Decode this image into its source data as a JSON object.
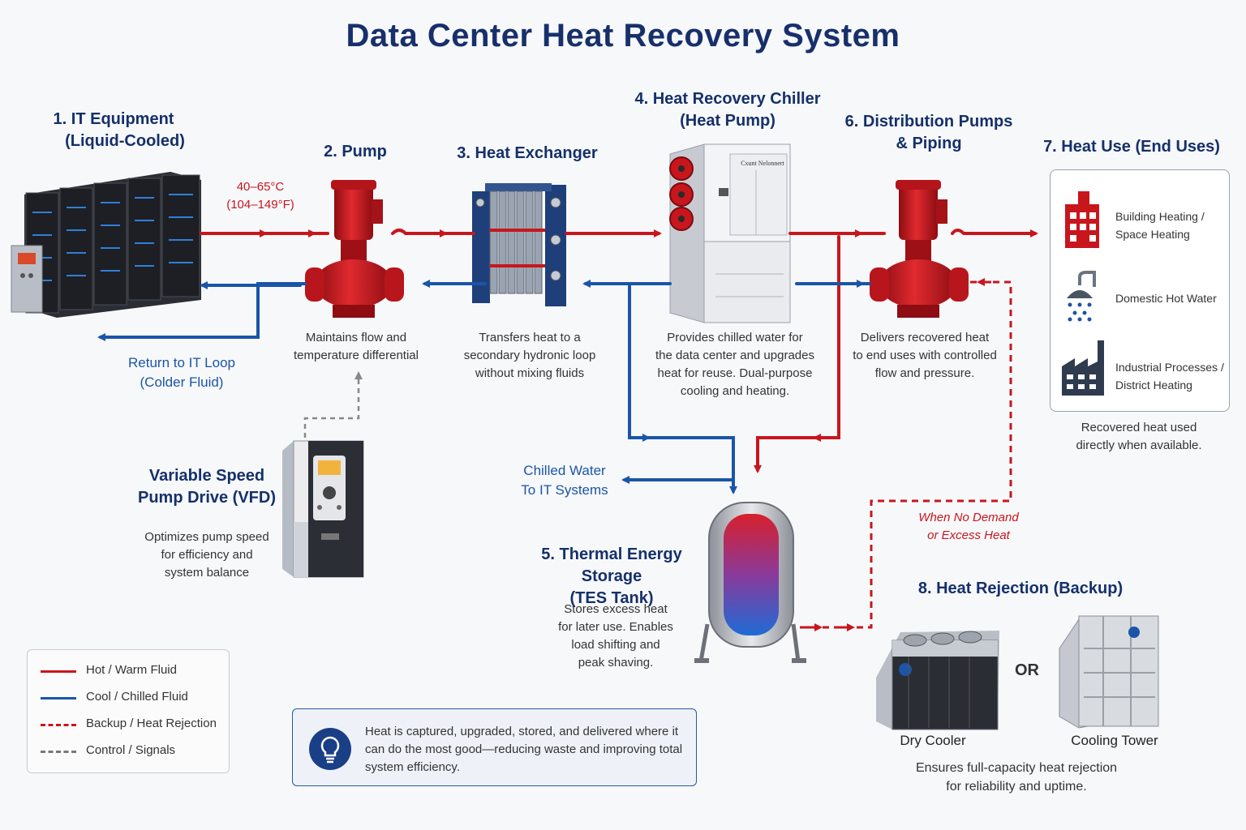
{
  "title": "Data Center Heat Recovery System",
  "it_equipment": {
    "title_line1": "1. IT Equipment",
    "title_line2": "(Liquid-Cooled)"
  },
  "hot_temp": {
    "line1": "40–65°C",
    "line2": "(104–149°F)"
  },
  "return_loop": {
    "line1": "Return to IT Loop",
    "line2": "(Colder Fluid)"
  },
  "pump": {
    "title": "2. Pump",
    "desc_line1": "Maintains flow and",
    "desc_line2": "temperature differential"
  },
  "heat_exchanger": {
    "title": "3. Heat Exchanger",
    "desc_line1": "Transfers heat to a",
    "desc_line2": "secondary hydronic loop",
    "desc_line3": "without mixing fluids"
  },
  "chiller": {
    "title_line1": "4. Heat Recovery Chiller",
    "title_line2": "(Heat Pump)",
    "brand": "Cxunt Nelonnert",
    "desc_line1": "Provides chilled water for",
    "desc_line2": "the data center and upgrades",
    "desc_line3": "heat for reuse. Dual-purpose",
    "desc_line4": "cooling and heating."
  },
  "distribution": {
    "title_line1": "6. Distribution Pumps",
    "title_line2": "& Piping",
    "desc_line1": "Delivers recovered heat",
    "desc_line2": "to end uses with controlled",
    "desc_line3": "flow and pressure."
  },
  "end_uses": {
    "title": "7. Heat Use (End Uses)",
    "items": [
      {
        "line1": "Building Heating /",
        "line2": "Space Heating",
        "icon": "building-icon"
      },
      {
        "line1": "Domestic Hot Water",
        "line2": "",
        "icon": "shower-icon"
      },
      {
        "line1": "Industrial Processes /",
        "line2": "District Heating",
        "icon": "factory-icon"
      }
    ],
    "note_line1": "Recovered heat used",
    "note_line2": "directly when available."
  },
  "vfd": {
    "title_line1": "Variable Speed",
    "title_line2": "Pump Drive (VFD)",
    "desc_line1": "Optimizes pump speed",
    "desc_line2": "for efficiency and",
    "desc_line3": "system balance"
  },
  "chilled_water": {
    "line1": "Chilled Water",
    "line2": "To IT Systems"
  },
  "tes": {
    "title_line1": "5. Thermal Energy Storage",
    "title_line2": "(TES Tank)",
    "desc_line1": "Stores excess heat",
    "desc_line2": "for later use. Enables",
    "desc_line3": "load shifting and",
    "desc_line4": "peak shaving."
  },
  "no_demand": {
    "line1": "When No Demand",
    "line2": "or Excess Heat"
  },
  "rejection": {
    "title": "8. Heat Rejection (Backup)",
    "dry_cooler": "Dry Cooler",
    "or": "OR",
    "cooling_tower": "Cooling Tower",
    "desc_line1": "Ensures full-capacity heat rejection",
    "desc_line2": "for reliability and uptime."
  },
  "legend": [
    {
      "label": "Hot / Warm Fluid",
      "color": "#c8161d",
      "style": "solid"
    },
    {
      "label": "Cool / Chilled Fluid",
      "color": "#1a55a8",
      "style": "solid"
    },
    {
      "label": "Backup / Heat Rejection",
      "color": "#c8161d",
      "style": "dashed"
    },
    {
      "label": "Control / Signals",
      "color": "#777777",
      "style": "dashed"
    }
  ],
  "note": {
    "text": "Heat is captured, upgraded, stored, and delivered where it can do the most good—reducing waste and improving total system efficiency."
  },
  "colors": {
    "hot": "#c8161d",
    "cool": "#1a55a8",
    "title": "#17306b"
  }
}
